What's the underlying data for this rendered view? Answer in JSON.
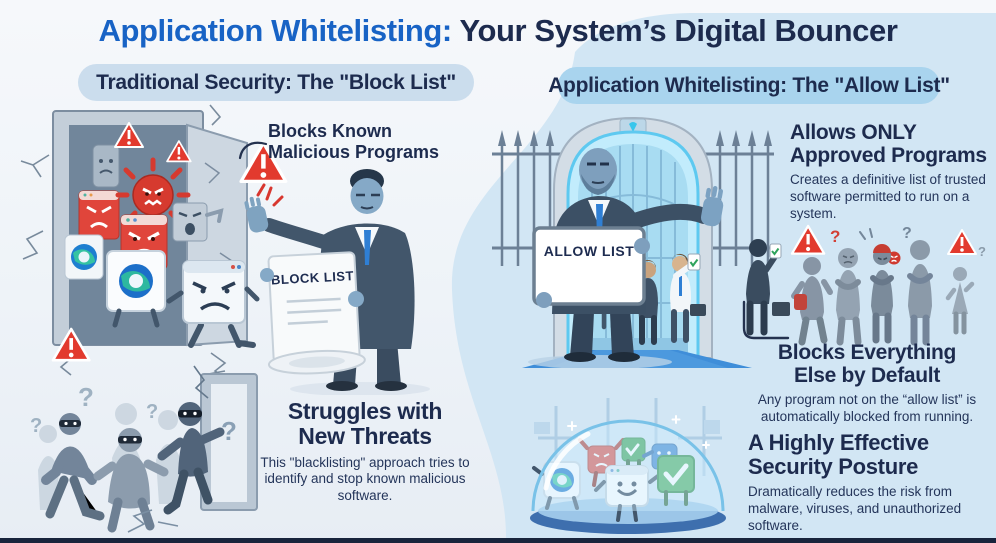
{
  "title": {
    "highlight": "Application Whitelisting:",
    "rest": " Your System’s Digital Bouncer"
  },
  "glyphs": {
    "exclamation": "!",
    "question": "?",
    "check": "✓"
  },
  "left_panel": {
    "header": "Traditional Security: The \"Block List\"",
    "scroll_label": "BLOCK LIST",
    "callout": {
      "line1": "Blocks Known",
      "line2": "Malicious Programs"
    },
    "struggles": {
      "heading_line1": "Struggles with",
      "heading_line2": "New Threats",
      "body": "This \"blacklisting\" approach tries to identify and stop known malicious software."
    }
  },
  "right_panel": {
    "header": "Application Whitelisting: The \"Allow List\"",
    "sign_label": "ALLOW LIST",
    "allows": {
      "heading_line1": "Allows ONLY",
      "heading_line2": "Approved Programs",
      "body": "Creates a definitive list of trusted software permitted to run on a system."
    },
    "blocks": {
      "heading_line1": "Blocks Everything",
      "heading_line2": "Else by Default",
      "body": "Any program not on the “allow list” is automatically blocked from running."
    },
    "posture": {
      "heading_line1": "A Highly Effective",
      "heading_line2": "Security Posture",
      "body": "Dramatically reduces the risk from malware, viruses, and unauthorized software."
    }
  },
  "colors": {
    "accent_blue": "#1863c5",
    "navy": "#1d2b4e",
    "panel_left_bg": "#eef3f8",
    "panel_right_bg": "#d2e6f4",
    "pill_left_bg": "#cbdded",
    "pill_right_bg": "#a9d4ee",
    "alert_red": "#e23a2e",
    "approve_green": "#3fa75c",
    "carpet_blue": "#3f8ed9"
  }
}
